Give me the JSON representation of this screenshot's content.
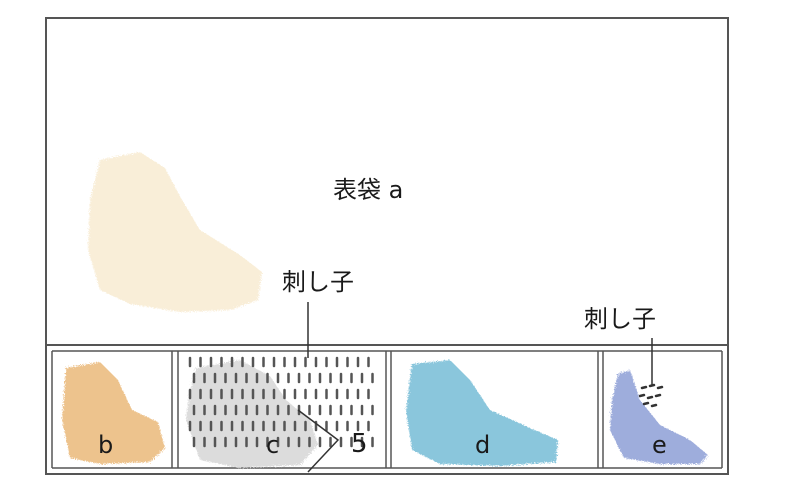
{
  "labels": {
    "main": "表袋 a",
    "stitch_top": "刺し子",
    "stitch_right": "刺し子",
    "b": "b",
    "c": "c",
    "d": "d",
    "e": "e",
    "five": "5"
  },
  "colors": {
    "outline": "#555555",
    "swatch_main": "#f8ecd2",
    "swatch_b": "#eab97a",
    "swatch_c": "#d9d9d9",
    "swatch_d": "#76bdd6",
    "swatch_e": "#8e9fd6",
    "stitch": "#555555"
  }
}
